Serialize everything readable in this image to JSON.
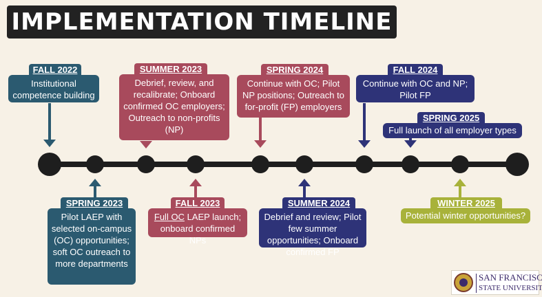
{
  "title": "IMPLEMENTATION TIMELINE",
  "colors": {
    "teal": "#2b5a70",
    "rose": "#a84a5c",
    "navy": "#2e3378",
    "olive": "#a8b23a",
    "line": "#1e1e1e",
    "background": "#f7f1e6"
  },
  "phases": {
    "fall2022": {
      "term": "FALL 2022",
      "text": "Institutional competence building"
    },
    "spring2023": {
      "term": "SPRING 2023",
      "text": "Pilot LAEP with selected on-campus  (OC) opportunities; soft OC outreach to more departments"
    },
    "summer2023": {
      "term": "SUMMER 2023",
      "text": "Debrief, review, and recalibrate; Onboard confirmed OC employers; Outreach to non-profits (NP)"
    },
    "fall2023": {
      "term": "FALL 2023",
      "text_underlined": "Full OC",
      "text_rest": " LAEP launch; onboard confirmed NPs"
    },
    "spring2024": {
      "term": "SPRING 2024",
      "text": "Continue with OC; Pilot NP positions; Outreach to for-profit (FP) employers"
    },
    "summer2024": {
      "term": "SUMMER 2024",
      "text": "Debrief and review; Pilot few summer opportunities; Onboard confirmed FP"
    },
    "fall2024": {
      "term": "FALL 2024",
      "text": "Continue with OC and NP; Pilot FP"
    },
    "spring2025": {
      "term": "SPRING 2025",
      "text": "Full launch of all employer types"
    },
    "winter2025": {
      "term": "WINTER 2025",
      "text": "Potential winter opportunities?"
    }
  },
  "logo": {
    "line1": "SAN FRANCISCO",
    "line2": "STATE UNIVERSITY"
  }
}
